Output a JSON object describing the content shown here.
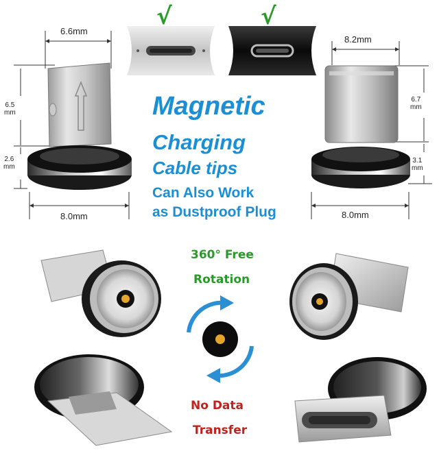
{
  "headline": {
    "line1": "Magnetic",
    "line2": "Charging",
    "line3": "Cable tips",
    "line4": "Can Also Work",
    "line5": "as Dustproof Plug"
  },
  "lightning_dims": {
    "width_top": "6.6mm",
    "height_tip": "6.5\nmm",
    "height_base": "2.6\nmm",
    "width_bottom": "8.0mm"
  },
  "typec_dims": {
    "width_top": "8.2mm",
    "height_tip": "6.7\nmm",
    "height_base": "3.1\nmm",
    "width_bottom": "8.0mm"
  },
  "checkmarks": [
    "√",
    "√"
  ],
  "rotation": {
    "line1": "360° Free",
    "line2": "Rotation"
  },
  "transfer": {
    "line1": "No Data",
    "line2": "Transfer"
  },
  "colors": {
    "headline_blue": "#1a8fd6",
    "check_green": "#2a9a2a",
    "warning_red": "#c0221e",
    "arrow_blue": "#2b8fd4"
  }
}
